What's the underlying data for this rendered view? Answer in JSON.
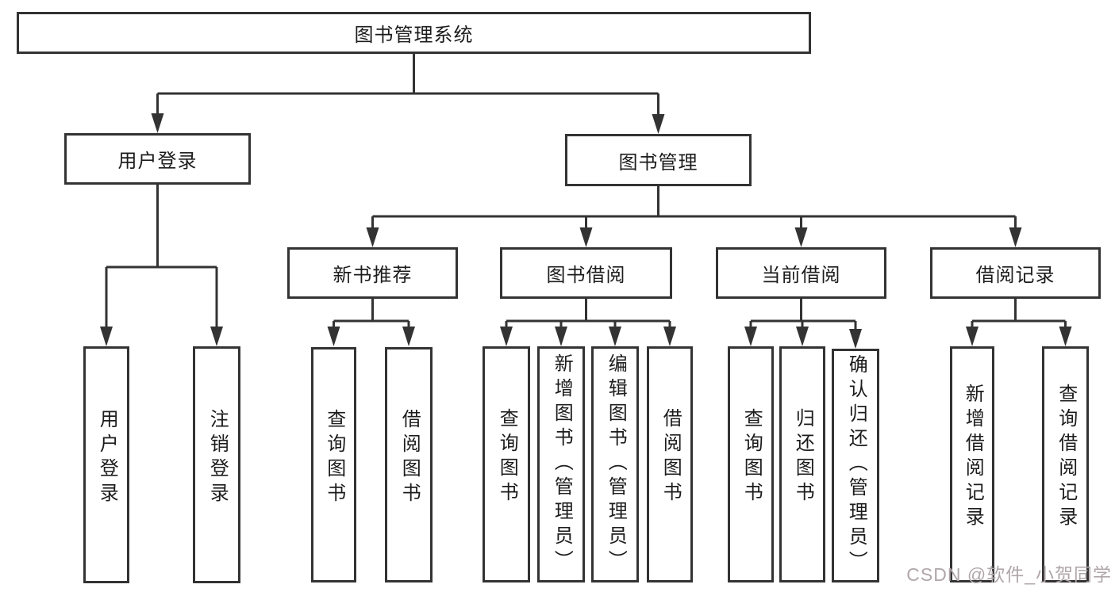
{
  "tree": {
    "root": {
      "label": "图书管理系统"
    },
    "branches": [
      {
        "label": "用户登录",
        "children": [
          {
            "label": "用户登录"
          },
          {
            "label": "注销登录"
          }
        ]
      },
      {
        "label": "图书管理",
        "children": [
          {
            "label": "新书推荐",
            "children": [
              {
                "label": "查询图书"
              },
              {
                "label": "借阅图书"
              }
            ]
          },
          {
            "label": "图书借阅",
            "children": [
              {
                "label": "查询图书"
              },
              {
                "label": "新增图书（管理员）"
              },
              {
                "label": "编辑图书（管理员）"
              },
              {
                "label": "借阅图书"
              }
            ]
          },
          {
            "label": "当前借阅",
            "children": [
              {
                "label": "查询图书"
              },
              {
                "label": "归还图书"
              },
              {
                "label": "确认归还（管理员）"
              }
            ]
          },
          {
            "label": "借阅记录",
            "children": [
              {
                "label": "新增借阅记录"
              },
              {
                "label": "查询借阅记录"
              }
            ]
          }
        ]
      }
    ]
  },
  "watermark": {
    "text": "CSDN @软件_小贺同学"
  },
  "colors": {
    "line": "#333333",
    "box_border": "#333333",
    "text": "#1c1c1c",
    "background": "#ffffff",
    "watermark": "#b0a6aa"
  }
}
